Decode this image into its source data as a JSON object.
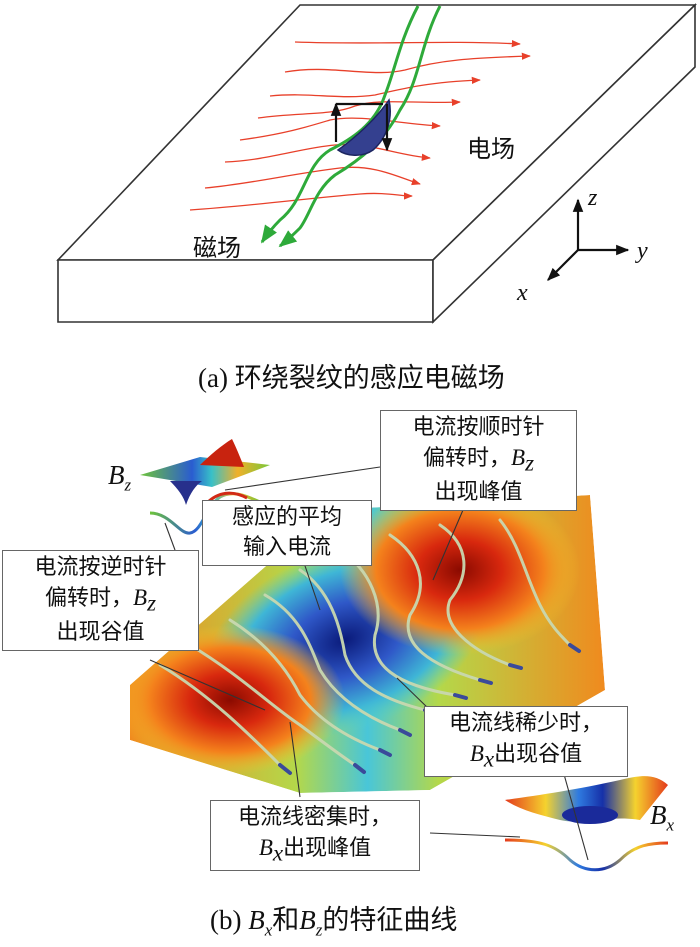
{
  "part_a": {
    "electric_field_label": "电场",
    "magnetic_field_label": "磁场",
    "axis_z": "z",
    "axis_y": "y",
    "axis_x": "x",
    "caption": "(a) 环绕裂纹的感应电磁场"
  },
  "part_b": {
    "callout_clockwise": {
      "line1": "电流按顺时针",
      "line2a": "偏转时，",
      "sym": "B",
      "sub": "z",
      "line3": "出现峰值"
    },
    "callout_average": {
      "line1": "感应的平均",
      "line2": "输入电流"
    },
    "callout_counterclockwise": {
      "line1": "电流按逆时针",
      "line2a": "偏转时，",
      "sym": "B",
      "sub": "z",
      "line3": "出现谷值"
    },
    "callout_sparse": {
      "line1": "电流线稀少时，",
      "sym": "B",
      "sub": "x",
      "line2b": "出现谷值"
    },
    "callout_dense": {
      "line1": "电流线密集时，",
      "sym": "B",
      "sub": "x",
      "line2b": "出现峰值"
    },
    "bz_symbol": "B",
    "bz_sub": "z",
    "bx_symbol": "B",
    "bx_sub": "x",
    "caption_prefix": "(b) ",
    "caption_b1": "B",
    "caption_b1_sub": "x",
    "caption_mid": "和",
    "caption_b2": "B",
    "caption_b2_sub": "z",
    "caption_suffix": "的特征曲线"
  },
  "colors": {
    "field_red": "#e8402a",
    "field_green": "#2eaa3a",
    "crack_blue": "#34408f"
  }
}
